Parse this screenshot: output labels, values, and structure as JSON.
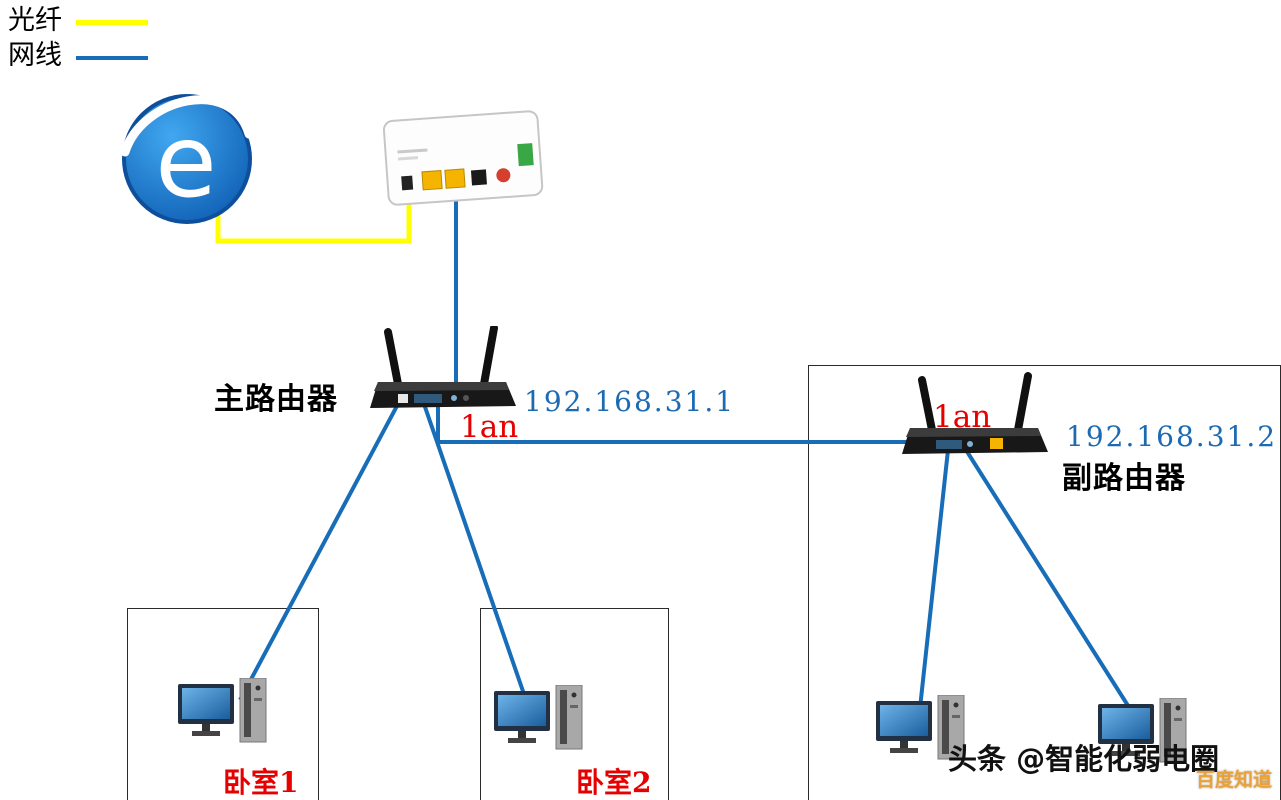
{
  "colors": {
    "fiber": "#ffff00",
    "cable": "#176db7",
    "ip-text": "#1b6ab2",
    "red-text": "#e60000",
    "watermark-orange": "#e9a23b"
  },
  "legend": {
    "fiber_label": "光纤",
    "cable_label": "网线"
  },
  "internet": {
    "icon_glyph": "e"
  },
  "main_router": {
    "label": "主路由器",
    "ip": "192.168.31.1",
    "port_label": "1an"
  },
  "secondary_router": {
    "label": "副路由器",
    "ip": "192.168.31.2",
    "port_label": "1an"
  },
  "rooms": [
    {
      "label": "卧室1"
    },
    {
      "label": "卧室2"
    }
  ],
  "watermark": {
    "byline": "头条 @智能化弱电圈",
    "brand": "百度知道"
  }
}
